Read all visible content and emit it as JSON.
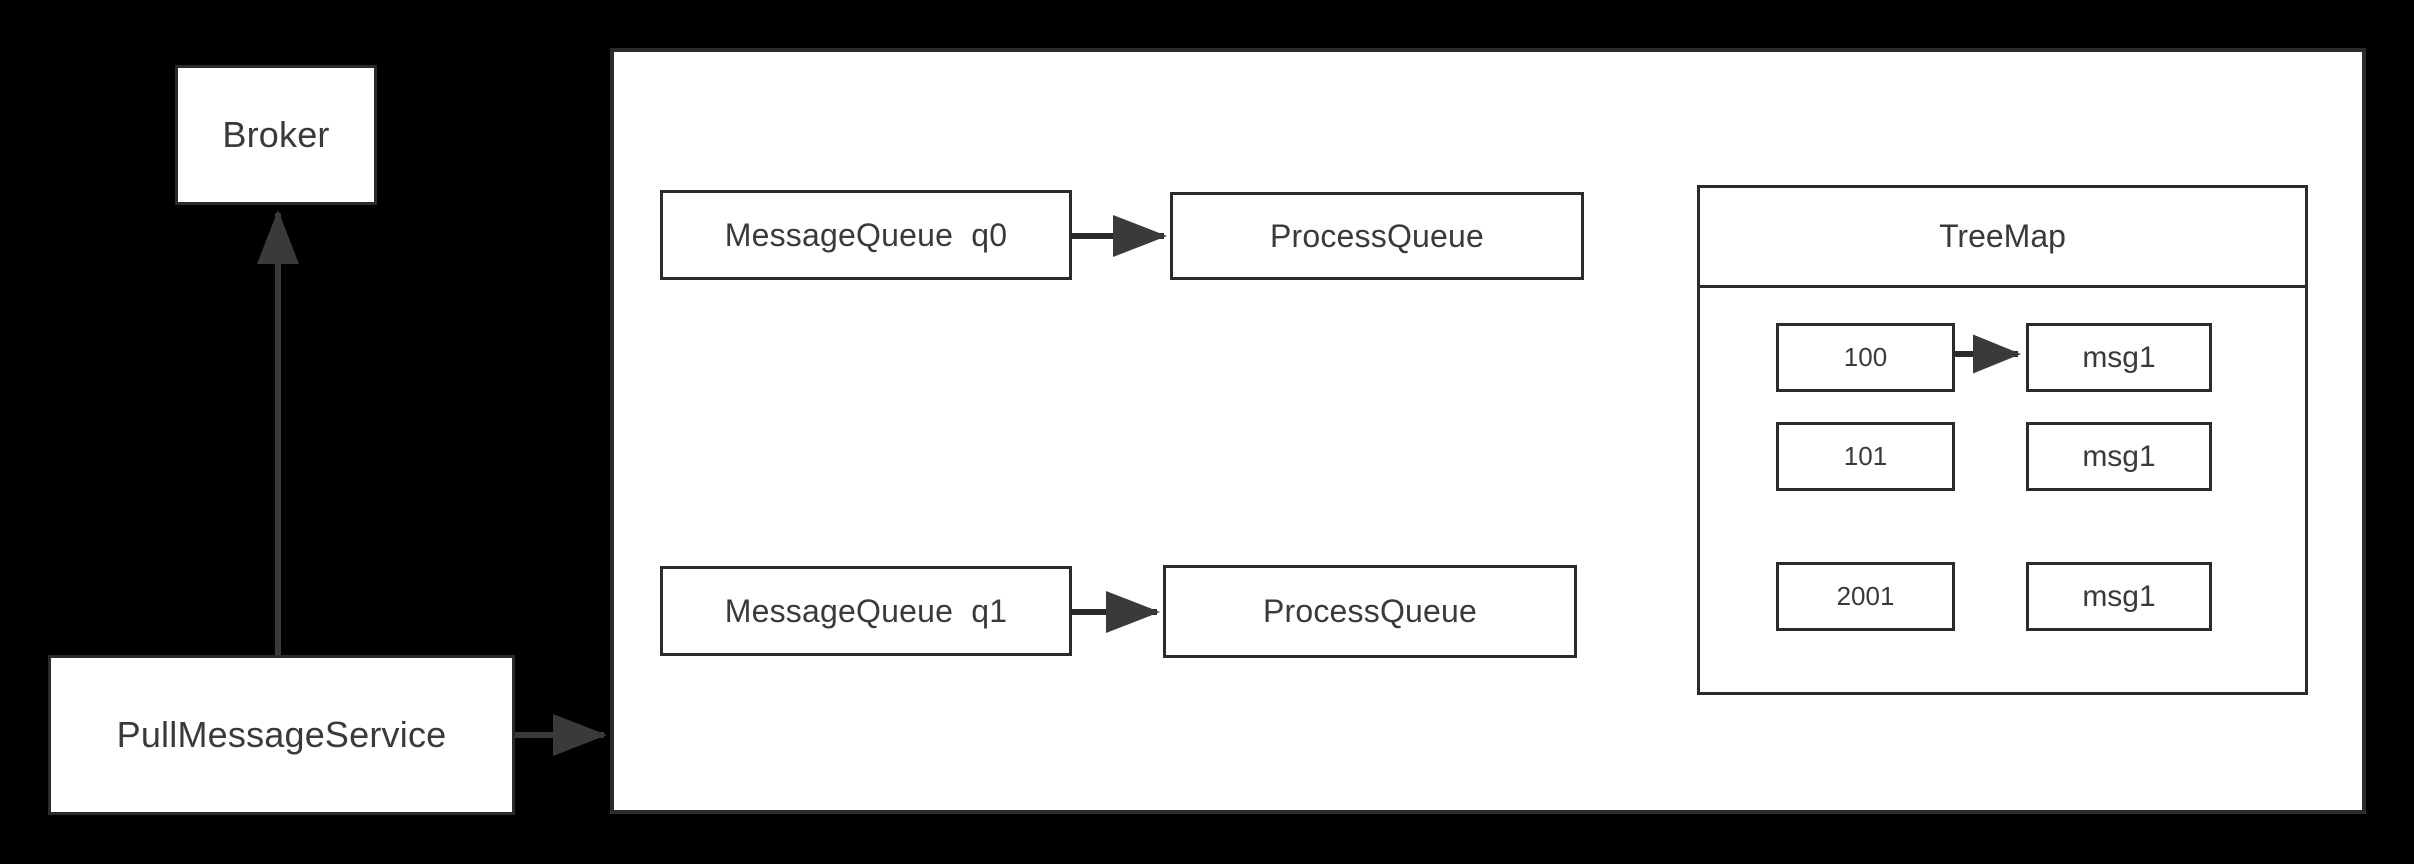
{
  "diagram": {
    "title": "RocketMQ PullMessageService / ProcessQueue structure",
    "background_color": "#000000",
    "node_fill": "#ffffff",
    "node_stroke": "#2b2b2b",
    "text_color": "#3a3a3a"
  },
  "left_column": {
    "broker": {
      "label": "Broker"
    },
    "pull_message_service": {
      "label": "PullMessageService"
    }
  },
  "consumer_container": {
    "queue_rows": [
      {
        "message_queue_label": "MessageQueue  q0",
        "process_queue_label": "ProcessQueue"
      },
      {
        "message_queue_label": "MessageQueue  q1",
        "process_queue_label": "ProcessQueue"
      }
    ]
  },
  "treemap": {
    "title": "TreeMap",
    "entries": [
      {
        "key": "100",
        "value": "msg1",
        "has_arrow": true
      },
      {
        "key": "101",
        "value": "msg1",
        "has_arrow": false
      },
      {
        "key": "2001",
        "value": "msg1",
        "has_arrow": false
      }
    ]
  },
  "connectors": [
    {
      "name": "pull-message-service-to-broker",
      "from": "PullMessageService",
      "to": "Broker",
      "direction": "up"
    },
    {
      "name": "pull-message-service-to-consumer-container",
      "from": "PullMessageService",
      "to": "consumer container",
      "direction": "right"
    },
    {
      "name": "message-queue-q0-to-process-queue",
      "from": "MessageQueue  q0",
      "to": "ProcessQueue",
      "direction": "right"
    },
    {
      "name": "message-queue-q1-to-process-queue",
      "from": "MessageQueue  q1",
      "to": "ProcessQueue",
      "direction": "right"
    },
    {
      "name": "treemap-key-100-to-msg1",
      "from": "100",
      "to": "msg1",
      "direction": "right"
    }
  ]
}
